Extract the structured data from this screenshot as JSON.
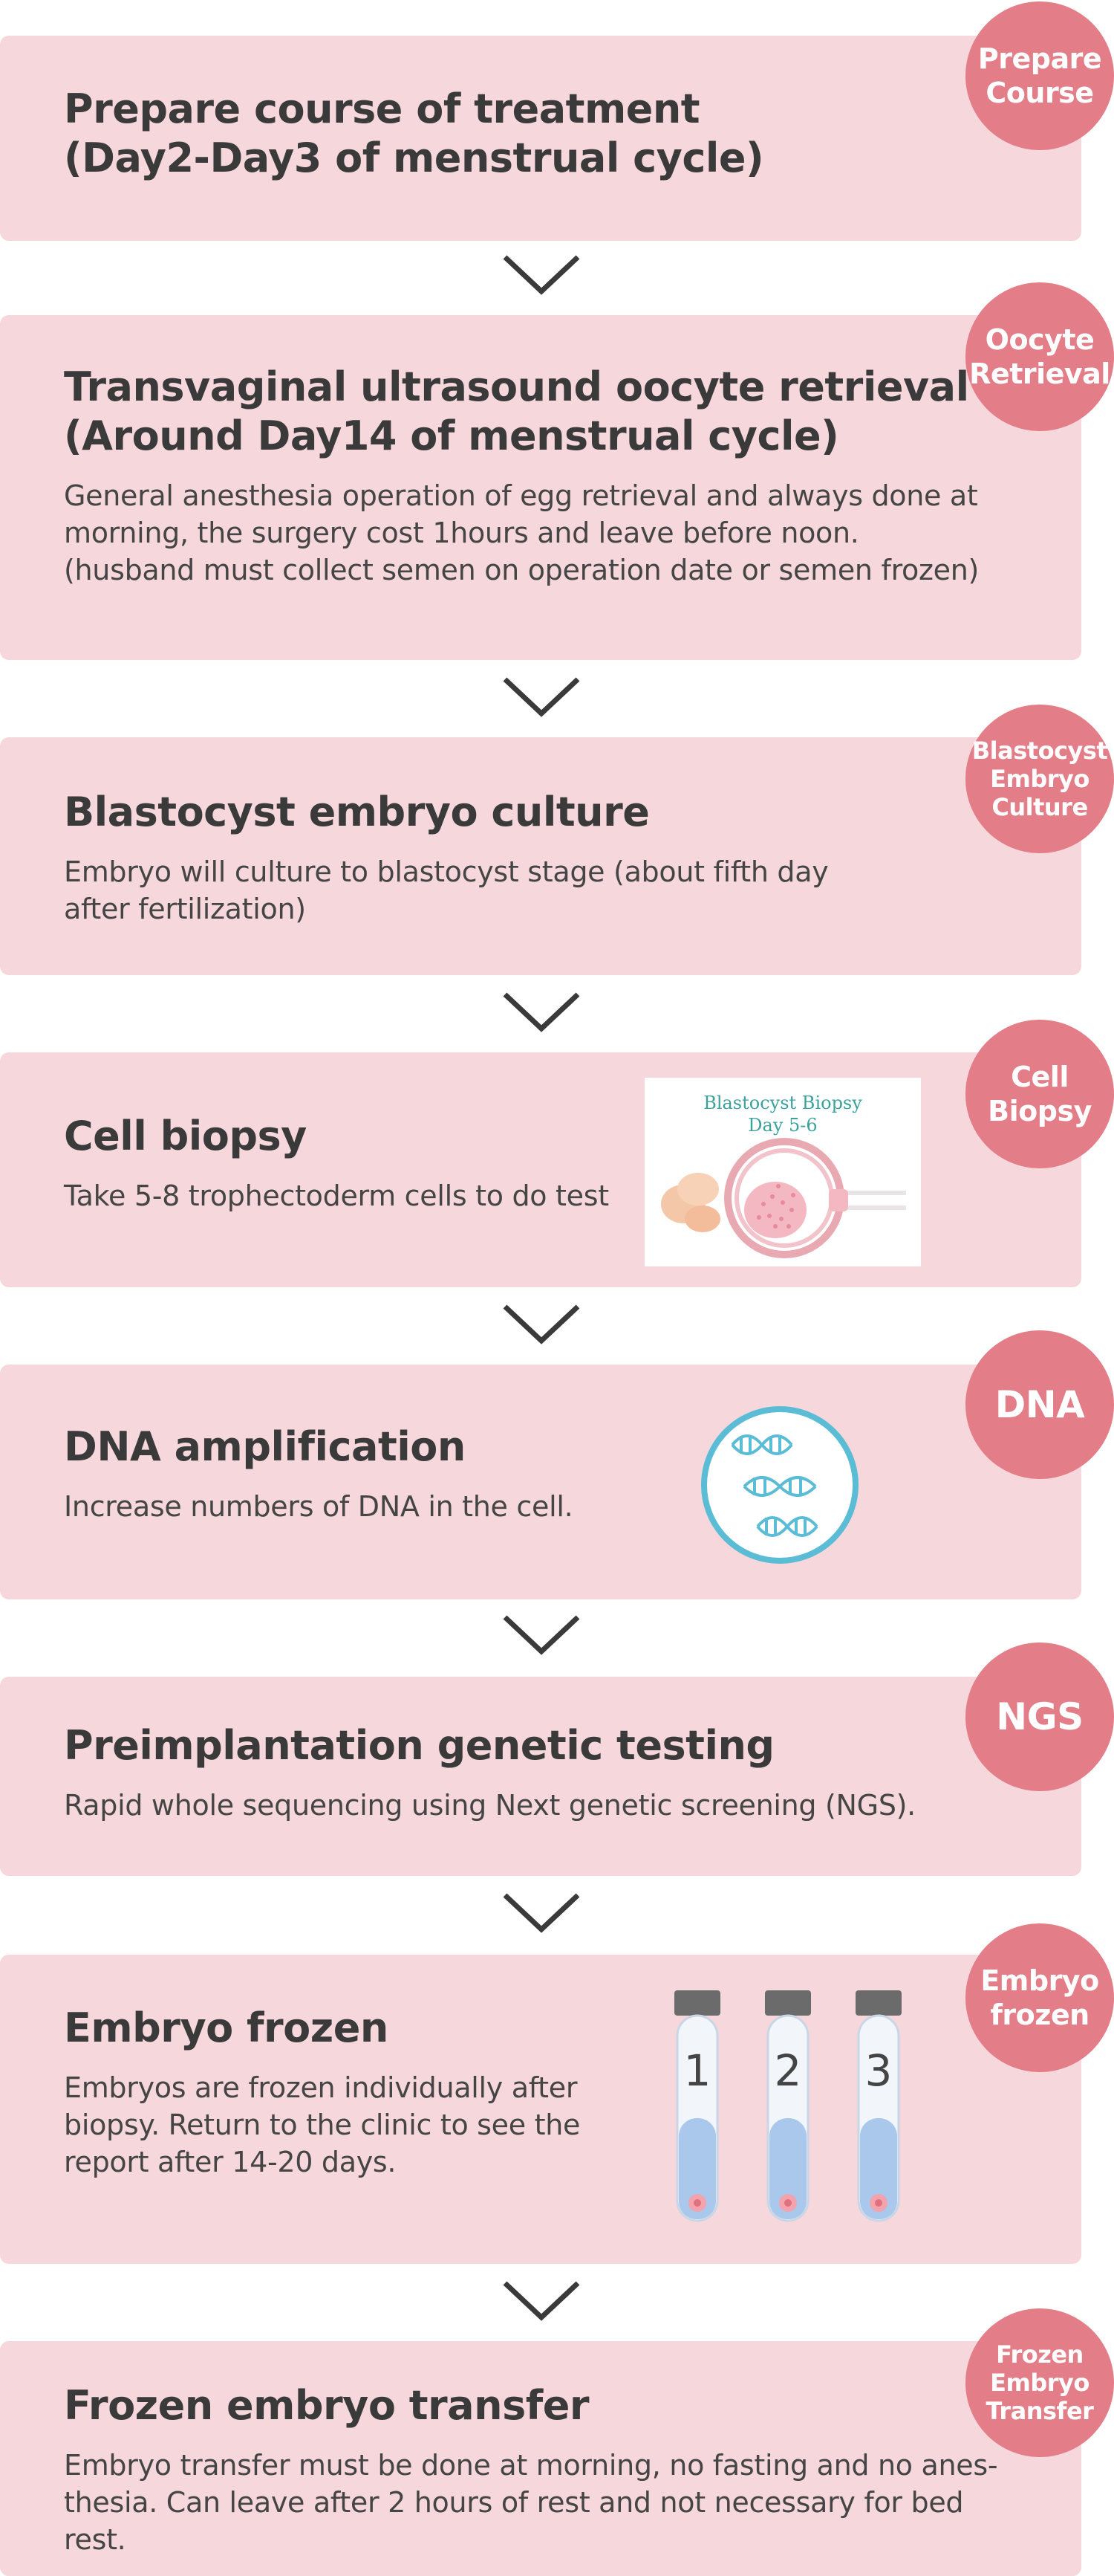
{
  "steps": [
    {
      "title": "Prepare course of treatment\n(Day2-Day3 of menstrual cycle)",
      "desc": "",
      "badge": [
        "Prepare",
        "Course"
      ]
    },
    {
      "title": "Transvaginal ultrasound oocyte retrieval\n(Around Day14 of menstrual cycle)",
      "desc": "General anesthesia operation of egg retrieval and always done at morning, the surgery cost 1hours and leave before noon.(husband must collect semen on operation date or semen frozen)",
      "badge": [
        "Oocyte",
        "Retrieval"
      ]
    },
    {
      "title": "Blastocyst embryo culture",
      "desc": "Embryo will culture to blastocyst stage (about fifth day after fertilization)",
      "badge": [
        "Blastocyst",
        "Embryo",
        "Culture"
      ]
    },
    {
      "title": "Cell biopsy",
      "desc": "Take 5-8 trophectoderm cells to do test",
      "badge": [
        "Cell",
        "Biopsy"
      ]
    },
    {
      "title": "DNA amplification",
      "desc": "Increase numbers of DNA in the cell.",
      "badge": [
        "DNA"
      ]
    },
    {
      "title": "Preimplantation genetic testing",
      "desc": "Rapid whole sequencing using Next genetic screening (NGS).",
      "badge": [
        "NGS"
      ]
    },
    {
      "title": "Embryo frozen",
      "desc": "Embryos are frozen individually after biopsy. Return to the clinic to see the report after 14-20 days.",
      "badge": [
        "Embryo",
        "frozen"
      ]
    },
    {
      "title": "Frozen embryo transfer",
      "desc": "Embryo transfer must be done at morning, no fasting and no anes-thesia. Can leave after 2 hours of rest and not necessary for bed rest.",
      "badge": [
        "Frozen",
        "Embryo",
        "Transfer"
      ]
    }
  ],
  "biopsy_image": {
    "line1": "Blastocyst Biopsy",
    "line2": "Day 5-6"
  },
  "tubes": [
    "1",
    "2",
    "3"
  ],
  "colors": {
    "card": "#f6d7dc",
    "badge": "#e37e88",
    "chevron": "#3a3a3a",
    "dna": "#5bbcd6"
  }
}
